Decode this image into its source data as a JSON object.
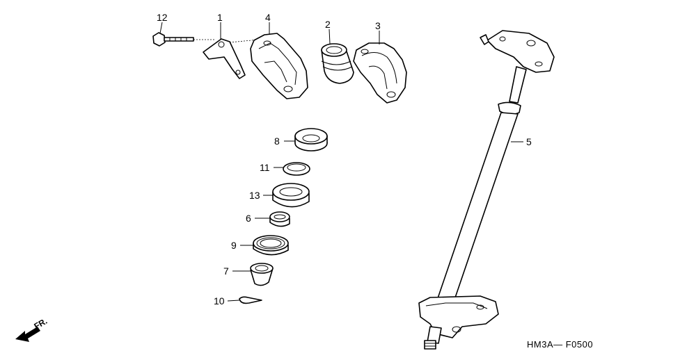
{
  "diagram": {
    "callouts": [
      {
        "id": "c12",
        "text": "12"
      },
      {
        "id": "c1",
        "text": "1"
      },
      {
        "id": "c4",
        "text": "4"
      },
      {
        "id": "c2",
        "text": "2"
      },
      {
        "id": "c3",
        "text": "3"
      },
      {
        "id": "c8",
        "text": "8"
      },
      {
        "id": "c11",
        "text": "11"
      },
      {
        "id": "c13",
        "text": "13"
      },
      {
        "id": "c6",
        "text": "6"
      },
      {
        "id": "c9",
        "text": "9"
      },
      {
        "id": "c7",
        "text": "7"
      },
      {
        "id": "c10",
        "text": "10"
      },
      {
        "id": "c5",
        "text": "5"
      }
    ],
    "direction_label": "FR.",
    "drawing_code": "HM3A—  F0500"
  }
}
